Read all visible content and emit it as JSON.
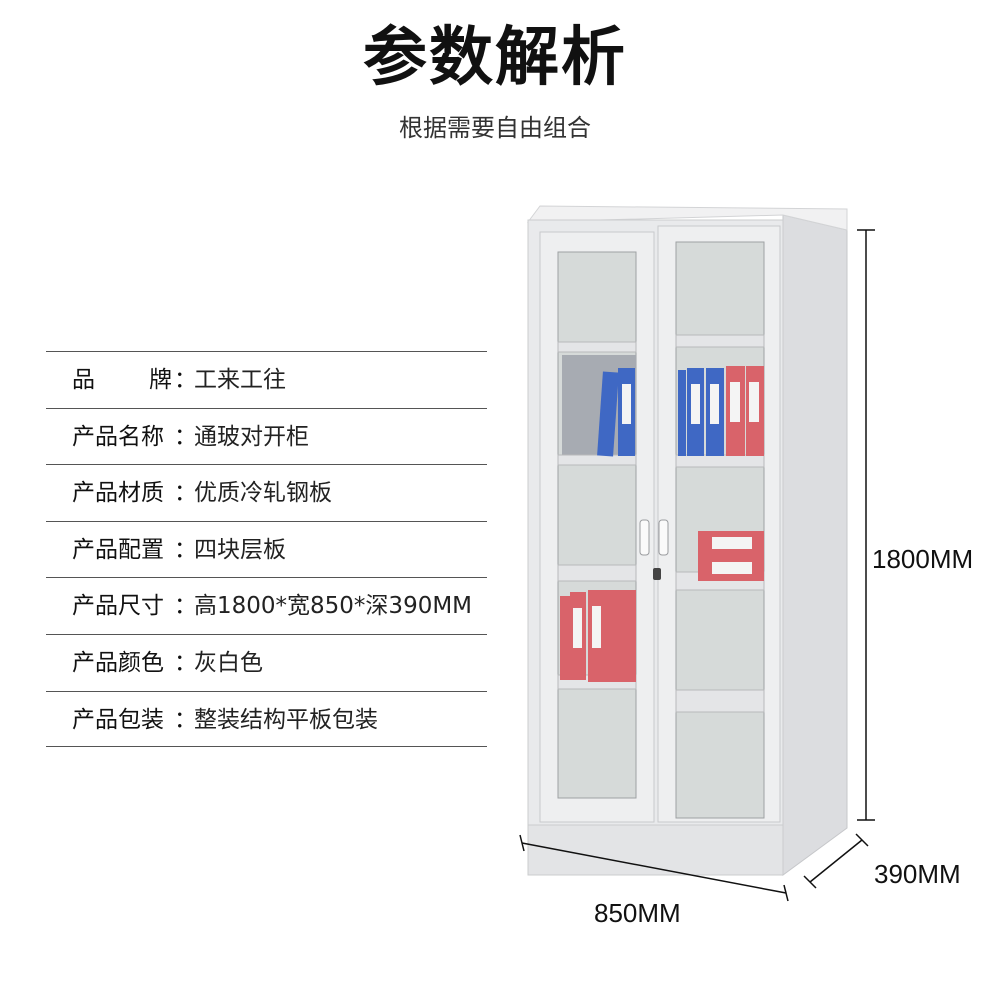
{
  "header": {
    "title": "参数解析",
    "subtitle": "根据需要自由组合"
  },
  "specs": [
    {
      "label": "品牌",
      "value": "工来工往"
    },
    {
      "label": "产品名称",
      "value": "通玻对开柜"
    },
    {
      "label": "产品材质",
      "value": "优质冷轧钢板"
    },
    {
      "label": "产品配置",
      "value": "四块层板"
    },
    {
      "label": "产品尺寸",
      "value": "高1800*宽850*深390MM"
    },
    {
      "label": "产品颜色",
      "value": "灰白色"
    },
    {
      "label": "产品包装",
      "value": "整装结构平板包装"
    }
  ],
  "colon": "：",
  "dimensions": {
    "height": "1800MM",
    "width": "850MM",
    "depth": "390MM"
  },
  "colors": {
    "cabinet": "#e6e7e9",
    "binder_blue": "#3f68c4",
    "binder_red": "#d9636a",
    "glass": "#d8dcdc"
  }
}
